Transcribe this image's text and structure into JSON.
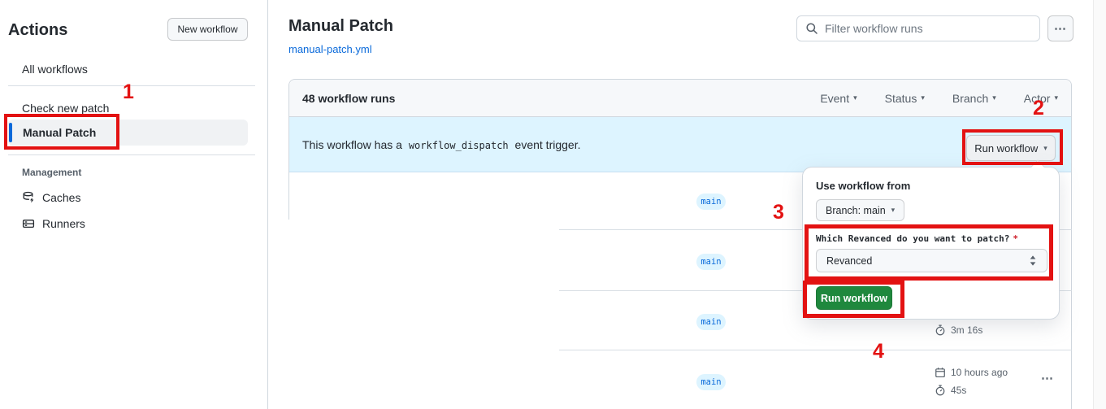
{
  "sidebar": {
    "title": "Actions",
    "new_workflow_button": "New workflow",
    "item_all_workflows": "All workflows",
    "item_check_new_patch": "Check new patch",
    "item_manual_patch": "Manual Patch",
    "management_label": "Management",
    "item_caches": "Caches",
    "item_runners": "Runners"
  },
  "header": {
    "title": "Manual Patch",
    "file_link": "manual-patch.yml",
    "filter_placeholder": "Filter workflow runs"
  },
  "table": {
    "count": "48 workflow runs",
    "filter_event": "Event",
    "filter_status": "Status",
    "filter_branch": "Branch",
    "filter_actor": "Actor",
    "banner_text_before": "This workflow has a",
    "banner_code": "workflow_dispatch",
    "banner_text_after": "event trigger.",
    "run_workflow_button": "Run workflow"
  },
  "runs": {
    "rows": [
      {
        "branch": "main"
      },
      {
        "branch": "main"
      },
      {
        "branch": "main",
        "duration": "3m 16s"
      },
      {
        "branch": "main",
        "started": "10 hours ago",
        "duration": "45s"
      }
    ]
  },
  "dialog": {
    "heading": "Use workflow from",
    "branch_button": "Branch: main",
    "input_label": "Which Revanced do you want to patch?",
    "required_mark": "*",
    "input_value": "Revanced",
    "run_button": "Run workflow"
  },
  "annotations": {
    "n1": "1",
    "n2": "2",
    "n3": "3",
    "n4": "4"
  },
  "icons": {
    "caret_down": "▾",
    "kebab": "⋯"
  },
  "colors": {
    "accent_blue": "#0969da",
    "banner_bg": "#ddf4ff",
    "button_green": "#1f883d",
    "annotation_red": "#e31212",
    "border": "#d0d7de",
    "top_accent": "#ec6a55"
  }
}
